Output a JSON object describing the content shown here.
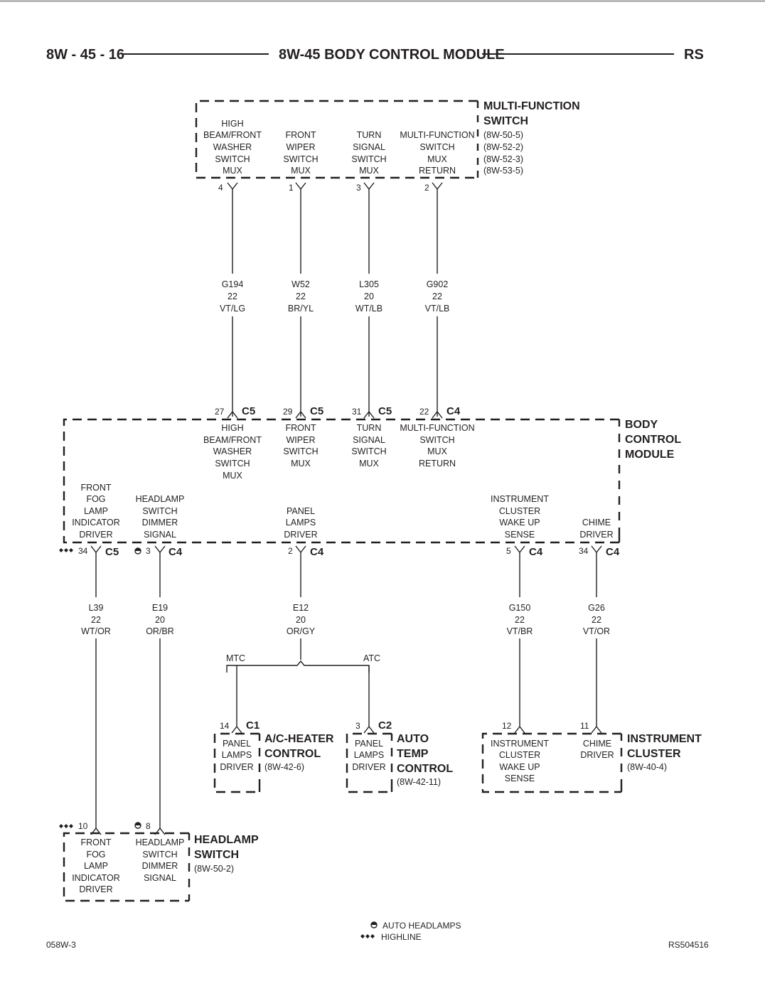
{
  "header": {
    "page_number": "8W - 45 - 16",
    "title": "8W-45 BODY CONTROL MODULE",
    "vehicle_code": "RS"
  },
  "footer": {
    "figure_id": "058W-3",
    "ref_id": "RS504516",
    "legend_auto_headlamps": "AUTO HEADLAMPS",
    "legend_highline": "HIGHLINE"
  },
  "components": {
    "multi_function_switch": {
      "name": [
        "MULTI-FUNCTION",
        "SWITCH"
      ],
      "refs": [
        "(8W-50-5)",
        "(8W-52-2)",
        "(8W-52-3)",
        "(8W-53-5)"
      ],
      "pins": [
        {
          "pin": "4",
          "function": [
            "HIGH",
            "BEAM/FRONT",
            "WASHER",
            "SWITCH",
            "MUX"
          ]
        },
        {
          "pin": "1",
          "function": [
            "FRONT",
            "WIPER",
            "SWITCH",
            "MUX"
          ]
        },
        {
          "pin": "3",
          "function": [
            "TURN",
            "SIGNAL",
            "SWITCH",
            "MUX"
          ]
        },
        {
          "pin": "2",
          "function": [
            "MULTI-FUNCTION",
            "SWITCH",
            "MUX",
            "RETURN"
          ]
        }
      ]
    },
    "body_control_module": {
      "name": [
        "BODY",
        "CONTROL",
        "MODULE"
      ],
      "top_pins": [
        {
          "pin": "27",
          "connector": "C5",
          "function": [
            "HIGH",
            "BEAM/FRONT",
            "WASHER",
            "SWITCH",
            "MUX"
          ]
        },
        {
          "pin": "29",
          "connector": "C5",
          "function": [
            "FRONT",
            "WIPER",
            "SWITCH",
            "MUX"
          ]
        },
        {
          "pin": "31",
          "connector": "C5",
          "function": [
            "TURN",
            "SIGNAL",
            "SWITCH",
            "MUX"
          ]
        },
        {
          "pin": "22",
          "connector": "C4",
          "function": [
            "MULTI-FUNCTION",
            "SWITCH",
            "MUX",
            "RETURN"
          ]
        }
      ],
      "bottom_pins": [
        {
          "pin": "34",
          "connector": "C5",
          "function": [
            "FRONT",
            "FOG",
            "LAMP",
            "INDICATOR",
            "DRIVER"
          ]
        },
        {
          "pin": "3",
          "connector": "C4",
          "function": [
            "HEADLAMP",
            "SWITCH",
            "DIMMER",
            "SIGNAL"
          ]
        },
        {
          "pin": "2",
          "connector": "C4",
          "function": [
            "PANEL",
            "LAMPS",
            "DRIVER"
          ]
        },
        {
          "pin": "5",
          "connector": "C4",
          "function": [
            "INSTRUMENT",
            "CLUSTER",
            "WAKE UP",
            "SENSE"
          ]
        },
        {
          "pin": "34",
          "connector": "C4",
          "function": [
            "CHIME",
            "DRIVER"
          ]
        }
      ]
    },
    "ac_heater_control": {
      "name": [
        "A/C-HEATER",
        "CONTROL"
      ],
      "ref": "(8W-42-6)",
      "pin": "14",
      "connector": "C1",
      "function": [
        "PANEL",
        "LAMPS",
        "DRIVER"
      ]
    },
    "auto_temp_control": {
      "name": [
        "AUTO",
        "TEMP",
        "CONTROL"
      ],
      "ref": "(8W-42-11)",
      "pin": "3",
      "connector": "C2",
      "function": [
        "PANEL",
        "LAMPS",
        "DRIVER"
      ]
    },
    "instrument_cluster": {
      "name": [
        "INSTRUMENT",
        "CLUSTER"
      ],
      "ref": "(8W-40-4)",
      "pins": [
        {
          "pin": "12",
          "function": [
            "INSTRUMENT",
            "CLUSTER",
            "WAKE UP",
            "SENSE"
          ]
        },
        {
          "pin": "11",
          "function": [
            "CHIME",
            "DRIVER"
          ]
        }
      ]
    },
    "headlamp_switch": {
      "name": [
        "HEADLAMP",
        "SWITCH"
      ],
      "ref": "(8W-50-2)",
      "pins": [
        {
          "pin": "10",
          "function": [
            "FRONT",
            "FOG",
            "LAMP",
            "INDICATOR",
            "DRIVER"
          ]
        },
        {
          "pin": "8",
          "function": [
            "HEADLAMP",
            "SWITCH",
            "DIMMER",
            "SIGNAL"
          ]
        }
      ]
    }
  },
  "wires": {
    "upper": [
      {
        "circuit": "G194",
        "gauge": "22",
        "color": "VT/LG"
      },
      {
        "circuit": "W52",
        "gauge": "22",
        "color": "BR/YL"
      },
      {
        "circuit": "L305",
        "gauge": "20",
        "color": "WT/LB"
      },
      {
        "circuit": "G902",
        "gauge": "22",
        "color": "VT/LB"
      }
    ],
    "lower": [
      {
        "circuit": "L39",
        "gauge": "22",
        "color": "WT/OR"
      },
      {
        "circuit": "E19",
        "gauge": "20",
        "color": "OR/BR"
      },
      {
        "circuit": "E12",
        "gauge": "20",
        "color": "OR/GY"
      },
      {
        "circuit": "G150",
        "gauge": "22",
        "color": "VT/BR"
      },
      {
        "circuit": "G26",
        "gauge": "22",
        "color": "VT/OR"
      }
    ],
    "splice_labels": {
      "left": "MTC",
      "right": "ATC"
    }
  }
}
